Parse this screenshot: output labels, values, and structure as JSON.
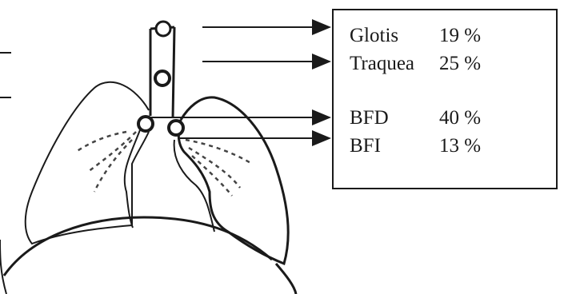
{
  "diagram": {
    "illustration": "airway-lungs-sketch",
    "stroke_color": "#1a1a1a",
    "legend": {
      "rows": [
        {
          "name": "Glotis",
          "value": "19 %"
        },
        {
          "name": "Traquea",
          "value": "25 %"
        },
        {
          "name": "BFD",
          "value": "40 %"
        },
        {
          "name": "BFI",
          "value": "13 %"
        }
      ]
    }
  }
}
